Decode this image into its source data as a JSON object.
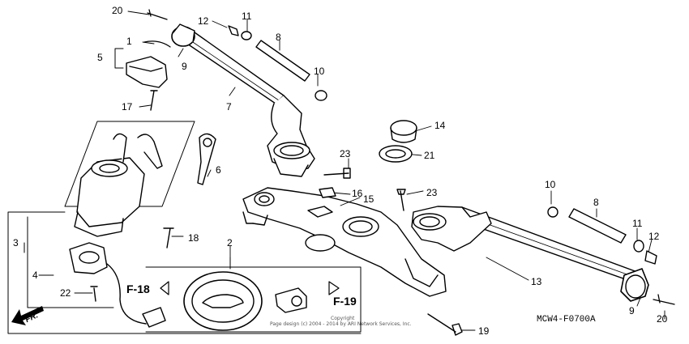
{
  "parts": [
    {
      "id": "p20a",
      "label": "20"
    },
    {
      "id": "p12a",
      "label": "12"
    },
    {
      "id": "p11a",
      "label": "11"
    },
    {
      "id": "p8a",
      "label": "8"
    },
    {
      "id": "p1",
      "label": "1"
    },
    {
      "id": "p5",
      "label": "5"
    },
    {
      "id": "p9a",
      "label": "9"
    },
    {
      "id": "p10a",
      "label": "10"
    },
    {
      "id": "p17",
      "label": "17"
    },
    {
      "id": "p7",
      "label": "7"
    },
    {
      "id": "p14",
      "label": "14"
    },
    {
      "id": "p21",
      "label": "21"
    },
    {
      "id": "p23a",
      "label": "23"
    },
    {
      "id": "p6",
      "label": "6"
    },
    {
      "id": "p16",
      "label": "16"
    },
    {
      "id": "p15",
      "label": "15"
    },
    {
      "id": "p23b",
      "label": "23"
    },
    {
      "id": "p10b",
      "label": "10"
    },
    {
      "id": "p8b",
      "label": "8"
    },
    {
      "id": "p18",
      "label": "18"
    },
    {
      "id": "p3",
      "label": "3"
    },
    {
      "id": "p2",
      "label": "2"
    },
    {
      "id": "p11b",
      "label": "11"
    },
    {
      "id": "p12b",
      "label": "12"
    },
    {
      "id": "p4",
      "label": "4"
    },
    {
      "id": "p13",
      "label": "13"
    },
    {
      "id": "p22",
      "label": "22"
    },
    {
      "id": "p9b",
      "label": "9"
    },
    {
      "id": "p20b",
      "label": "20"
    },
    {
      "id": "p19",
      "label": "19"
    }
  ],
  "refs": {
    "left": "F-18",
    "right": "F-19"
  },
  "diagram_code": "MCW4-F0700A",
  "direction": "FR.",
  "copyright": {
    "line1": "Copyright",
    "line2": "Page design (c) 2004 - 2014 by ARI Network Services, Inc."
  }
}
